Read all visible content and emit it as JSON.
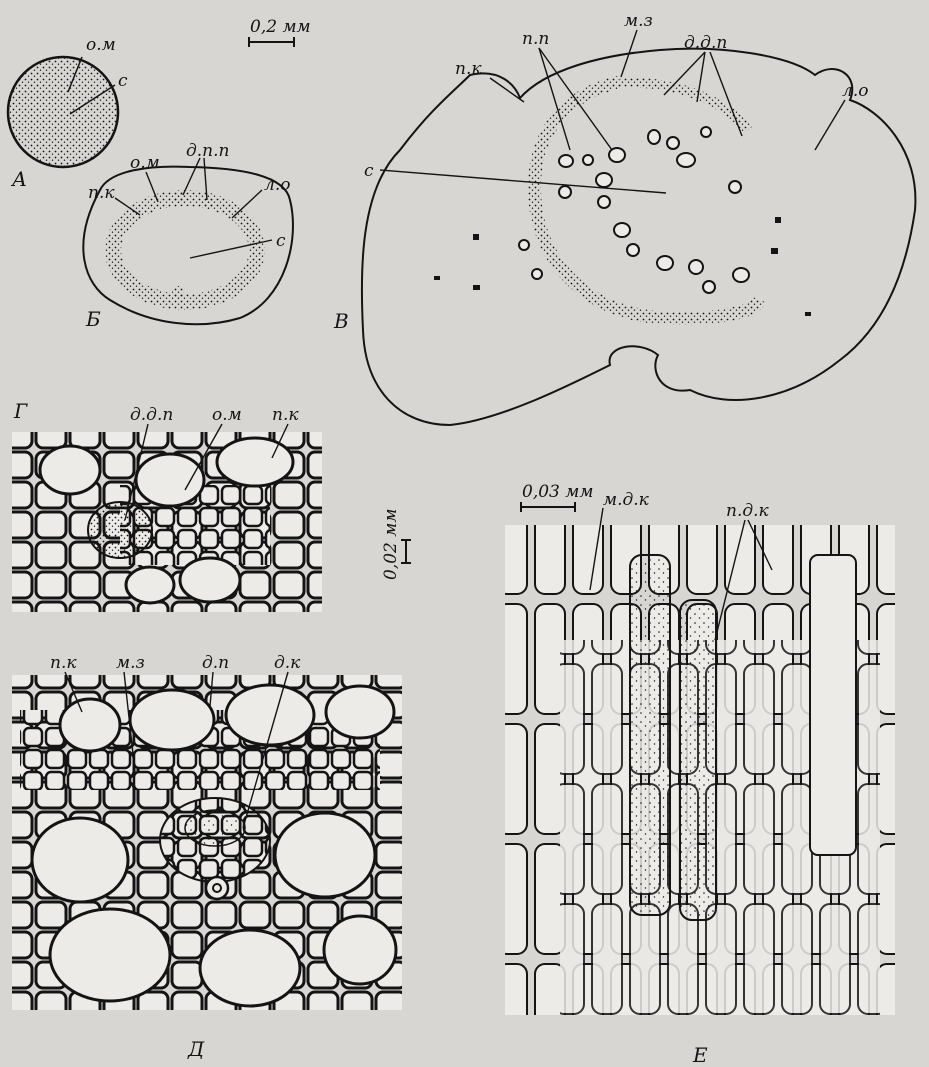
{
  "colors": {
    "paper": "#d8d6d3",
    "ink": "#141414",
    "cell": "#ecebe8"
  },
  "scales": {
    "top": "0,2 мм",
    "middle": "0,02 мм",
    "right": "0,03 мм"
  },
  "panels": {
    "a": {
      "letter": "А",
      "labels": {
        "om": "о.м",
        "c": "с"
      }
    },
    "b": {
      "letter": "Б",
      "labels": {
        "om": "о.м",
        "ddp": "д.п.п",
        "pk": "п.к",
        "lo": "л.о",
        "c": "с"
      }
    },
    "v": {
      "letter": "В",
      "labels": {
        "pp": "п.п",
        "mz": "м.з",
        "ddp": "д.д.п",
        "pk": "п.к",
        "lo": "л.о",
        "c": "с"
      }
    },
    "g": {
      "letter": "Г",
      "labels": {
        "ddp": "д.д.п",
        "om": "о.м",
        "pk": "п.к"
      }
    },
    "d": {
      "letter": "Д",
      "labels": {
        "pk": "п.к",
        "mz": "м.з",
        "dp": "д.п",
        "dk": "д.к"
      }
    },
    "e": {
      "letter": "Е",
      "labels": {
        "mdk": "м.д.к",
        "pdk": "п.д.к"
      }
    }
  }
}
